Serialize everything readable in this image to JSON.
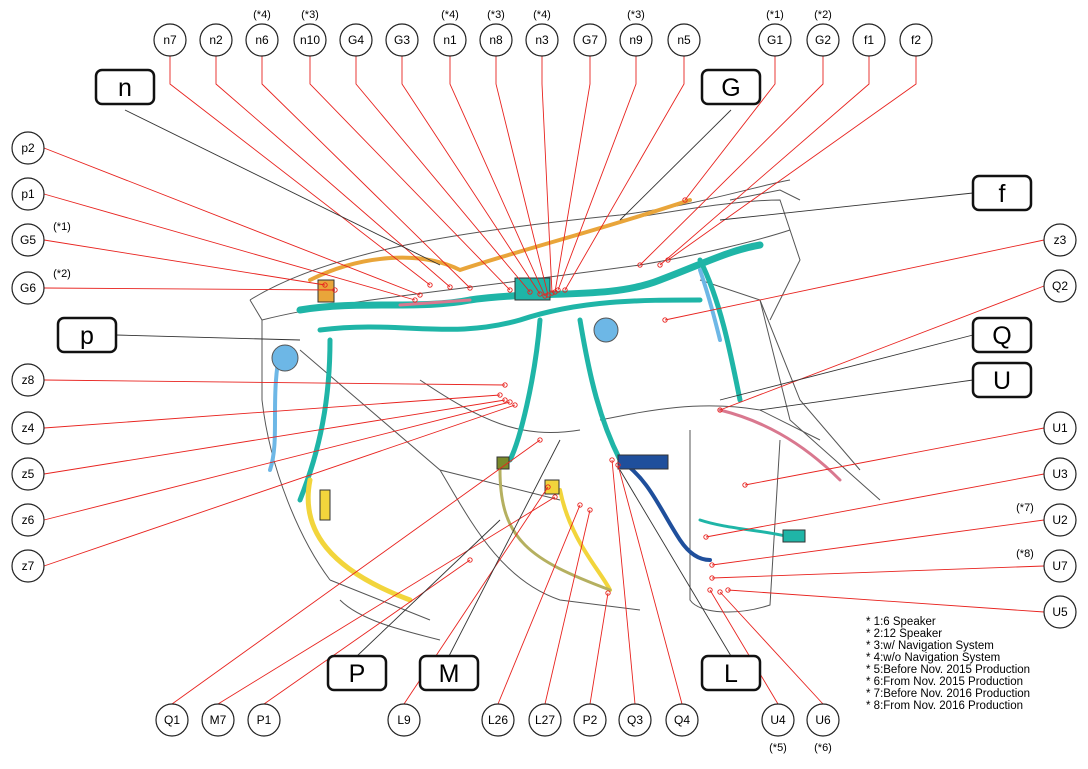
{
  "connectors": [
    {
      "id": "n7",
      "note": ""
    },
    {
      "id": "n2",
      "note": ""
    },
    {
      "id": "n6",
      "note": "(*4)"
    },
    {
      "id": "n10",
      "note": "(*3)"
    },
    {
      "id": "G4",
      "note": ""
    },
    {
      "id": "G3",
      "note": ""
    },
    {
      "id": "n1",
      "note": "(*4)"
    },
    {
      "id": "n8",
      "note": "(*3)"
    },
    {
      "id": "n3",
      "note": "(*4)"
    },
    {
      "id": "G7",
      "note": ""
    },
    {
      "id": "n9",
      "note": "(*3)"
    },
    {
      "id": "n5",
      "note": ""
    },
    {
      "id": "G1",
      "note": "(*1)"
    },
    {
      "id": "G2",
      "note": "(*2)"
    },
    {
      "id": "f1",
      "note": ""
    },
    {
      "id": "f2",
      "note": ""
    },
    {
      "id": "p2",
      "note": ""
    },
    {
      "id": "p1",
      "note": ""
    },
    {
      "id": "G5",
      "note": "(*1)"
    },
    {
      "id": "G6",
      "note": "(*2)"
    },
    {
      "id": "z8",
      "note": ""
    },
    {
      "id": "z4",
      "note": ""
    },
    {
      "id": "z5",
      "note": ""
    },
    {
      "id": "z6",
      "note": ""
    },
    {
      "id": "z7",
      "note": ""
    },
    {
      "id": "z3",
      "note": ""
    },
    {
      "id": "Q2",
      "note": ""
    },
    {
      "id": "U1",
      "note": ""
    },
    {
      "id": "U3",
      "note": ""
    },
    {
      "id": "U2",
      "note": "(*7)"
    },
    {
      "id": "U7",
      "note": "(*8)"
    },
    {
      "id": "U5",
      "note": ""
    },
    {
      "id": "Q1",
      "note": ""
    },
    {
      "id": "M7",
      "note": ""
    },
    {
      "id": "P1",
      "note": ""
    },
    {
      "id": "L9",
      "note": ""
    },
    {
      "id": "L26",
      "note": ""
    },
    {
      "id": "L27",
      "note": ""
    },
    {
      "id": "P2",
      "note": ""
    },
    {
      "id": "Q3",
      "note": ""
    },
    {
      "id": "Q4",
      "note": ""
    },
    {
      "id": "U4",
      "note": "(*5)"
    },
    {
      "id": "U6",
      "note": "(*6)"
    }
  ],
  "harness_labels": [
    "n",
    "G",
    "f",
    "p",
    "Q",
    "U",
    "P",
    "M",
    "L"
  ],
  "legend": [
    "* 1:6 Speaker",
    "* 2:12 Speaker",
    "* 3:w/ Navigation System",
    "* 4:w/o Navigation System",
    "* 5:Before Nov. 2015 Production",
    "* 6:From Nov. 2015 Production",
    "* 7:Before Nov. 2016 Production",
    "* 8:From Nov. 2016 Production"
  ],
  "colors": {
    "leader_line": "#e8231f",
    "harness_main": "#1fb5a7",
    "harness_blue": "#6db7e6",
    "harness_dark_blue": "#1f4f9c",
    "harness_orange": "#e9a53a",
    "harness_yellow": "#f2d53c",
    "harness_pink": "#d9788f",
    "outline": "#444444"
  }
}
